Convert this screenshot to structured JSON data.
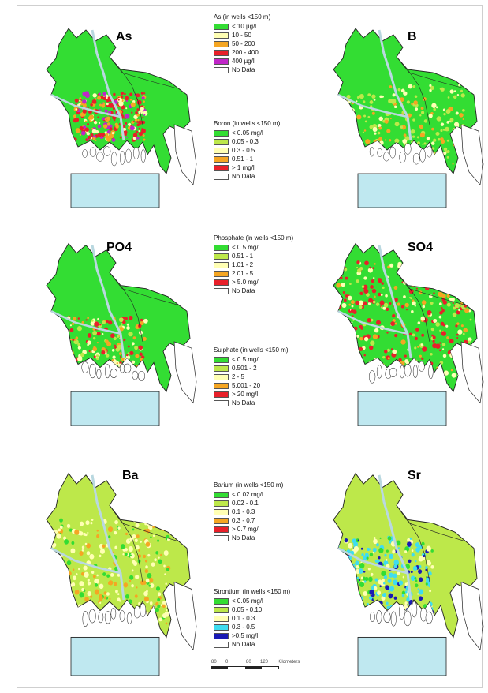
{
  "maps": [
    {
      "title": "As"
    },
    {
      "title": "B"
    },
    {
      "title": "PO4"
    },
    {
      "title": "SO4"
    },
    {
      "title": "Ba"
    },
    {
      "title": "Sr"
    }
  ],
  "legends": [
    {
      "title": "As (in wells <150 m)",
      "items": [
        {
          "label": "< 10 µg/l",
          "color": "#33dd33"
        },
        {
          "label": "10 - 50",
          "color": "#ffffb4"
        },
        {
          "label": "50 - 200",
          "color": "#f5a623"
        },
        {
          "label": "200 - 400",
          "color": "#e8202a"
        },
        {
          "label": "400 µg/l",
          "color": "#c026c8"
        },
        {
          "label": "No Data",
          "color": "#ffffff"
        }
      ]
    },
    {
      "title": "Boron (in wells <150 m)",
      "items": [
        {
          "label": "< 0.05 mg/l",
          "color": "#33dd33"
        },
        {
          "label": "0.05 - 0.3",
          "color": "#bde84a"
        },
        {
          "label": "0.3 - 0.5",
          "color": "#ffffb4"
        },
        {
          "label": "0.51 - 1",
          "color": "#f5a623"
        },
        {
          "label": "> 1 mg/l",
          "color": "#e8202a"
        },
        {
          "label": "No Data",
          "color": "#ffffff"
        }
      ]
    },
    {
      "title": "Phosphate (in wells <150 m)",
      "items": [
        {
          "label": "< 0.5 mg/l",
          "color": "#33dd33"
        },
        {
          "label": "0.51 - 1",
          "color": "#bde84a"
        },
        {
          "label": "1.01 - 2",
          "color": "#ffffb4"
        },
        {
          "label": "2.01 - 5",
          "color": "#f5a623"
        },
        {
          "label": "> 5.0 mg/l",
          "color": "#e8202a"
        },
        {
          "label": "No Data",
          "color": "#ffffff"
        }
      ]
    },
    {
      "title": "Sulphate (in wells <150 m)",
      "items": [
        {
          "label": "< 0.5 mg/l",
          "color": "#33dd33"
        },
        {
          "label": "0.501 - 2",
          "color": "#bde84a"
        },
        {
          "label": "2 - 5",
          "color": "#ffffb4"
        },
        {
          "label": "5.001 - 20",
          "color": "#f5a623"
        },
        {
          "label": "> 20 mg/l",
          "color": "#e8202a"
        },
        {
          "label": "No Data",
          "color": "#ffffff"
        }
      ]
    },
    {
      "title": "Barium (in wells <150 m)",
      "items": [
        {
          "label": "< 0.02 mg/l",
          "color": "#33dd33"
        },
        {
          "label": "0.02 - 0.1",
          "color": "#bde84a"
        },
        {
          "label": "0.1 - 0.3",
          "color": "#ffffb4"
        },
        {
          "label": "0.3 - 0.7",
          "color": "#f5a623"
        },
        {
          "label": "> 0.7 mg/l",
          "color": "#e8202a"
        },
        {
          "label": "No Data",
          "color": "#ffffff"
        }
      ]
    },
    {
      "title": "Strontium (in wells <150 m)",
      "items": [
        {
          "label": "< 0.05 mg/l",
          "color": "#33dd33"
        },
        {
          "label": "0.05 - 0.10",
          "color": "#bde84a"
        },
        {
          "label": "0.1 - 0.3",
          "color": "#ffffb4"
        },
        {
          "label": "0.3 - 0.5",
          "color": "#3fdcf0"
        },
        {
          "label": ">0.5 mg/l",
          "color": "#1a1ab4"
        },
        {
          "label": "No Data",
          "color": "#ffffff"
        }
      ]
    }
  ],
  "scale": {
    "ticks": [
      "80",
      "0",
      "80",
      "120"
    ],
    "unit": "Kilometers"
  },
  "colors": {
    "land_low": "#33dd33",
    "bay": "#bfe8f0",
    "outline": "#222222"
  }
}
